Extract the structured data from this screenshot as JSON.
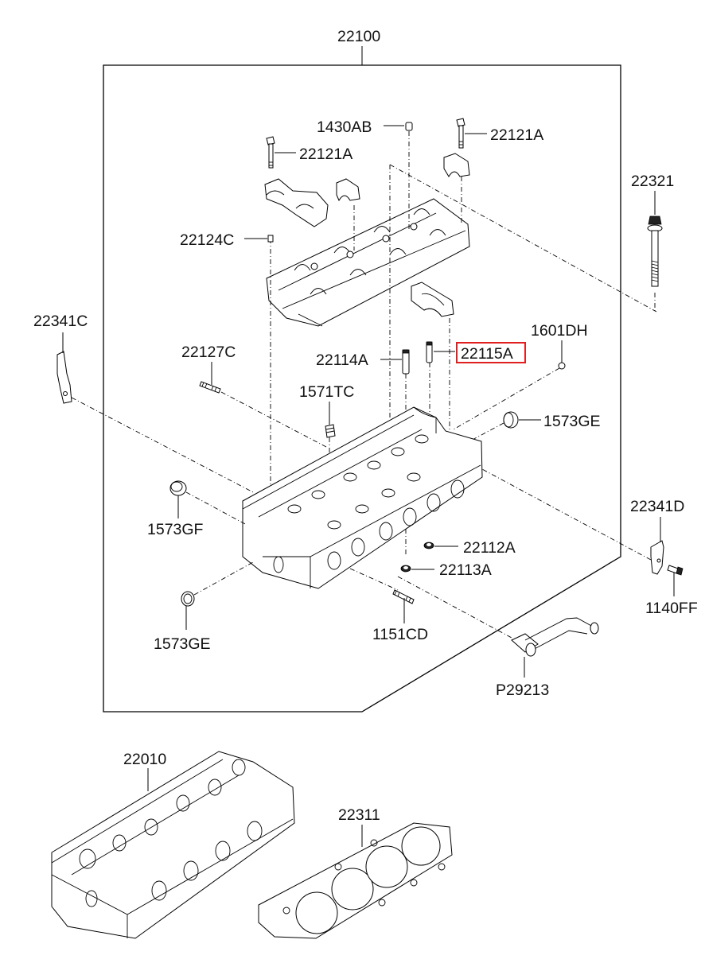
{
  "diagram": {
    "title": "Cylinder Head Assembly - Exploded Parts Diagram",
    "assembly_label": "22100",
    "highlighted_part": "22115A",
    "highlight_color": "#e02020",
    "parts": {
      "p22100": "22100",
      "p1430AB": "1430AB",
      "p22121A_right": "22121A",
      "p22121A_left": "22121A",
      "p22321": "22321",
      "p22124C": "22124C",
      "p22341C": "22341C",
      "p1601DH": "1601DH",
      "p22127C": "22127C",
      "p22114A": "22114A",
      "p22115A": "22115A",
      "p1571TC": "1571TC",
      "p1573GE_right": "1573GE",
      "p1573GF": "1573GF",
      "p22341D": "22341D",
      "p22112A": "22112A",
      "p22113A": "22113A",
      "p1140FF": "1140FF",
      "p1573GE_left": "1573GE",
      "p1151CD": "1151CD",
      "pP29213": "P29213",
      "p22010": "22010",
      "p22311": "22311"
    }
  }
}
